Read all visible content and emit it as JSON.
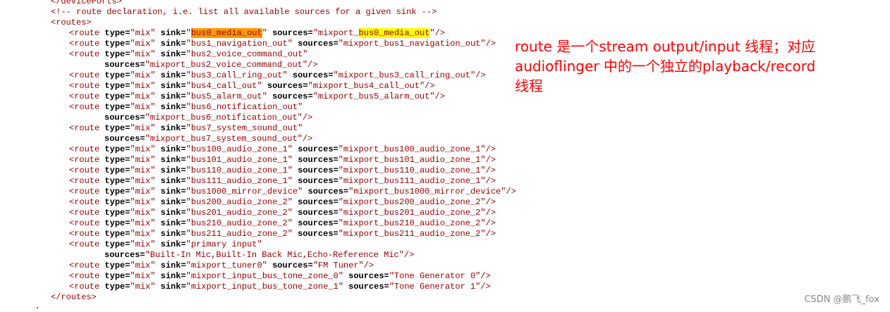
{
  "code": {
    "partial_top_line": "</devicePorts>",
    "comment": "<!-- route declaration, i.e. list all available sources for a given sink -->",
    "routes_open": "<routes>",
    "routes_close": "</routes>",
    "route_open": "<route",
    "route_close": "/>",
    "attr_type": "type=",
    "attr_sink": "sink=",
    "attr_sources": "sources=",
    "type_value": "\"mix\"",
    "routes": [
      {
        "sink": "\"bus0_media_out\"",
        "sources": "\"mixport_bus0_media_out\"",
        "wrap": false,
        "highlight": true,
        "sink_inner": "bus0_media_out",
        "sources_prefix": "mixport_",
        "sources_inner": "bus0_media_out"
      },
      {
        "sink": "\"bus1_navigation_out\"",
        "sources": "\"mixport_bus1_navigation_out\"",
        "wrap": false
      },
      {
        "sink": "\"bus2_voice_command_out\"",
        "sources": "\"mixport_bus2_voice_command_out\"",
        "wrap": true
      },
      {
        "sink": "\"bus3_call_ring_out\"",
        "sources": "\"mixport_bus3_call_ring_out\"",
        "wrap": false
      },
      {
        "sink": "\"bus4_call_out\"",
        "sources": "\"mixport_bus4_call_out\"",
        "wrap": false
      },
      {
        "sink": "\"bus5_alarm_out\"",
        "sources": "\"mixport_bus5_alarm_out\"",
        "wrap": false
      },
      {
        "sink": "\"bus6_notification_out\"",
        "sources": "\"mixport_bus6_notification_out\"",
        "wrap": true
      },
      {
        "sink": "\"bus7_system_sound_out\"",
        "sources": "\"mixport_bus7_system_sound_out\"",
        "wrap": true
      },
      {
        "sink": "\"bus100_audio_zone_1\"",
        "sources": "\"mixport_bus100_audio_zone_1\"",
        "wrap": false
      },
      {
        "sink": "\"bus101_audio_zone_1\"",
        "sources": "\"mixport_bus101_audio_zone_1\"",
        "wrap": false
      },
      {
        "sink": "\"bus110_audio_zone_1\"",
        "sources": "\"mixport_bus110_audio_zone_1\"",
        "wrap": false
      },
      {
        "sink": "\"bus111_audio_zone_1\"",
        "sources": "\"mixport_bus111_audio_zone_1\"",
        "wrap": false
      },
      {
        "sink": "\"bus1000_mirror_device\"",
        "sources": "\"mixport_bus1000_mirror_device\"",
        "wrap": false
      },
      {
        "sink": "\"bus200_audio_zone_2\"",
        "sources": "\"mixport_bus200_audio_zone_2\"",
        "wrap": false
      },
      {
        "sink": "\"bus201_audio_zone_2\"",
        "sources": "\"mixport_bus201_audio_zone_2\"",
        "wrap": false
      },
      {
        "sink": "\"bus210_audio_zone_2\"",
        "sources": "\"mixport_bus210_audio_zone_2\"",
        "wrap": false
      },
      {
        "sink": "\"bus211_audio_zone_2\"",
        "sources": "\"mixport_bus211_audio_zone_2\"",
        "wrap": false
      },
      {
        "sink": "\"primary input\"",
        "sources": "\"Built-In Mic,Built-In Back Mic,Echo-Reference Mic\"",
        "wrap": true
      },
      {
        "sink": "\"mixport_tuner0\"",
        "sources": "\"FM Tuner\"",
        "wrap": false
      },
      {
        "sink": "\"mixport_input_bus_tone_zone_0\"",
        "sources": "\"Tone Generator 0\"",
        "wrap": false
      },
      {
        "sink": "\"mixport_input_bus_tone_zone_1\"",
        "sources": "\"Tone Generator 1\"",
        "wrap": false
      }
    ]
  },
  "annotation": {
    "line1": "route 是一个stream output/input 线程；对应",
    "line2": "audioflinger 中的一个独立的playback/record",
    "line3": "线程"
  },
  "watermark": "CSDN @鹏飞_fox",
  "colors": {
    "tag": "#990000",
    "attr": "#000000",
    "annotation": "#ff0000",
    "highlight_sink": "#ff9900",
    "highlight_sources": "#ffff00",
    "watermark": "#8a8a8a"
  }
}
